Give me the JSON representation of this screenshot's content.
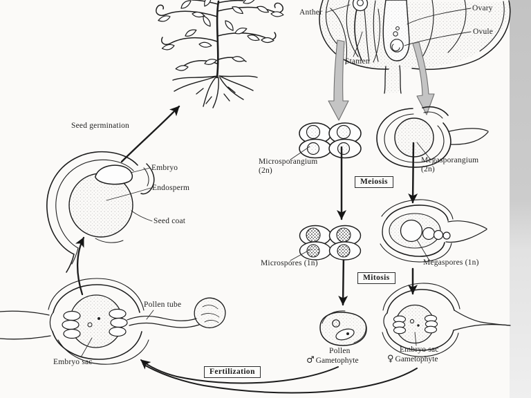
{
  "colors": {
    "ink": "#1c1c1c",
    "paper": "#fbfaf8",
    "edge_band": "#c9c9c9",
    "process_arrow_gray": "#c4c4c4"
  },
  "flower": {
    "anther": "Anther",
    "ovary": "Ovary",
    "ovule": "Ovule",
    "stamen": "Stamen"
  },
  "plant": {
    "seed_germination": "Seed germination"
  },
  "seed": {
    "embryo": "Embryo",
    "endosperm": "Endosperm",
    "seed_coat": "Seed coat"
  },
  "male_line": {
    "microsporangium": "Microsporangium",
    "microsporangium_ploidy": "(2n)",
    "microspores": "Microspores (1n)",
    "pollen": "Pollen",
    "gametophyte_symbol": "♂",
    "gametophyte": "Gametophyte"
  },
  "female_line": {
    "megasporangium": "Megasporangium",
    "megasporangium_ploidy": "(2n)",
    "megaspores": "Megaspores (1n)",
    "embryo_sac": "Embryo sac",
    "gametophyte_symbol": "♀",
    "gametophyte": "Gametophyte"
  },
  "fertilization_stage": {
    "pollen_tube": "Pollen tube",
    "embryo_sac": "Embryo sac"
  },
  "processes": {
    "meiosis": "Meiosis",
    "mitosis": "Mitosis",
    "fertilization": "Fertilization"
  }
}
